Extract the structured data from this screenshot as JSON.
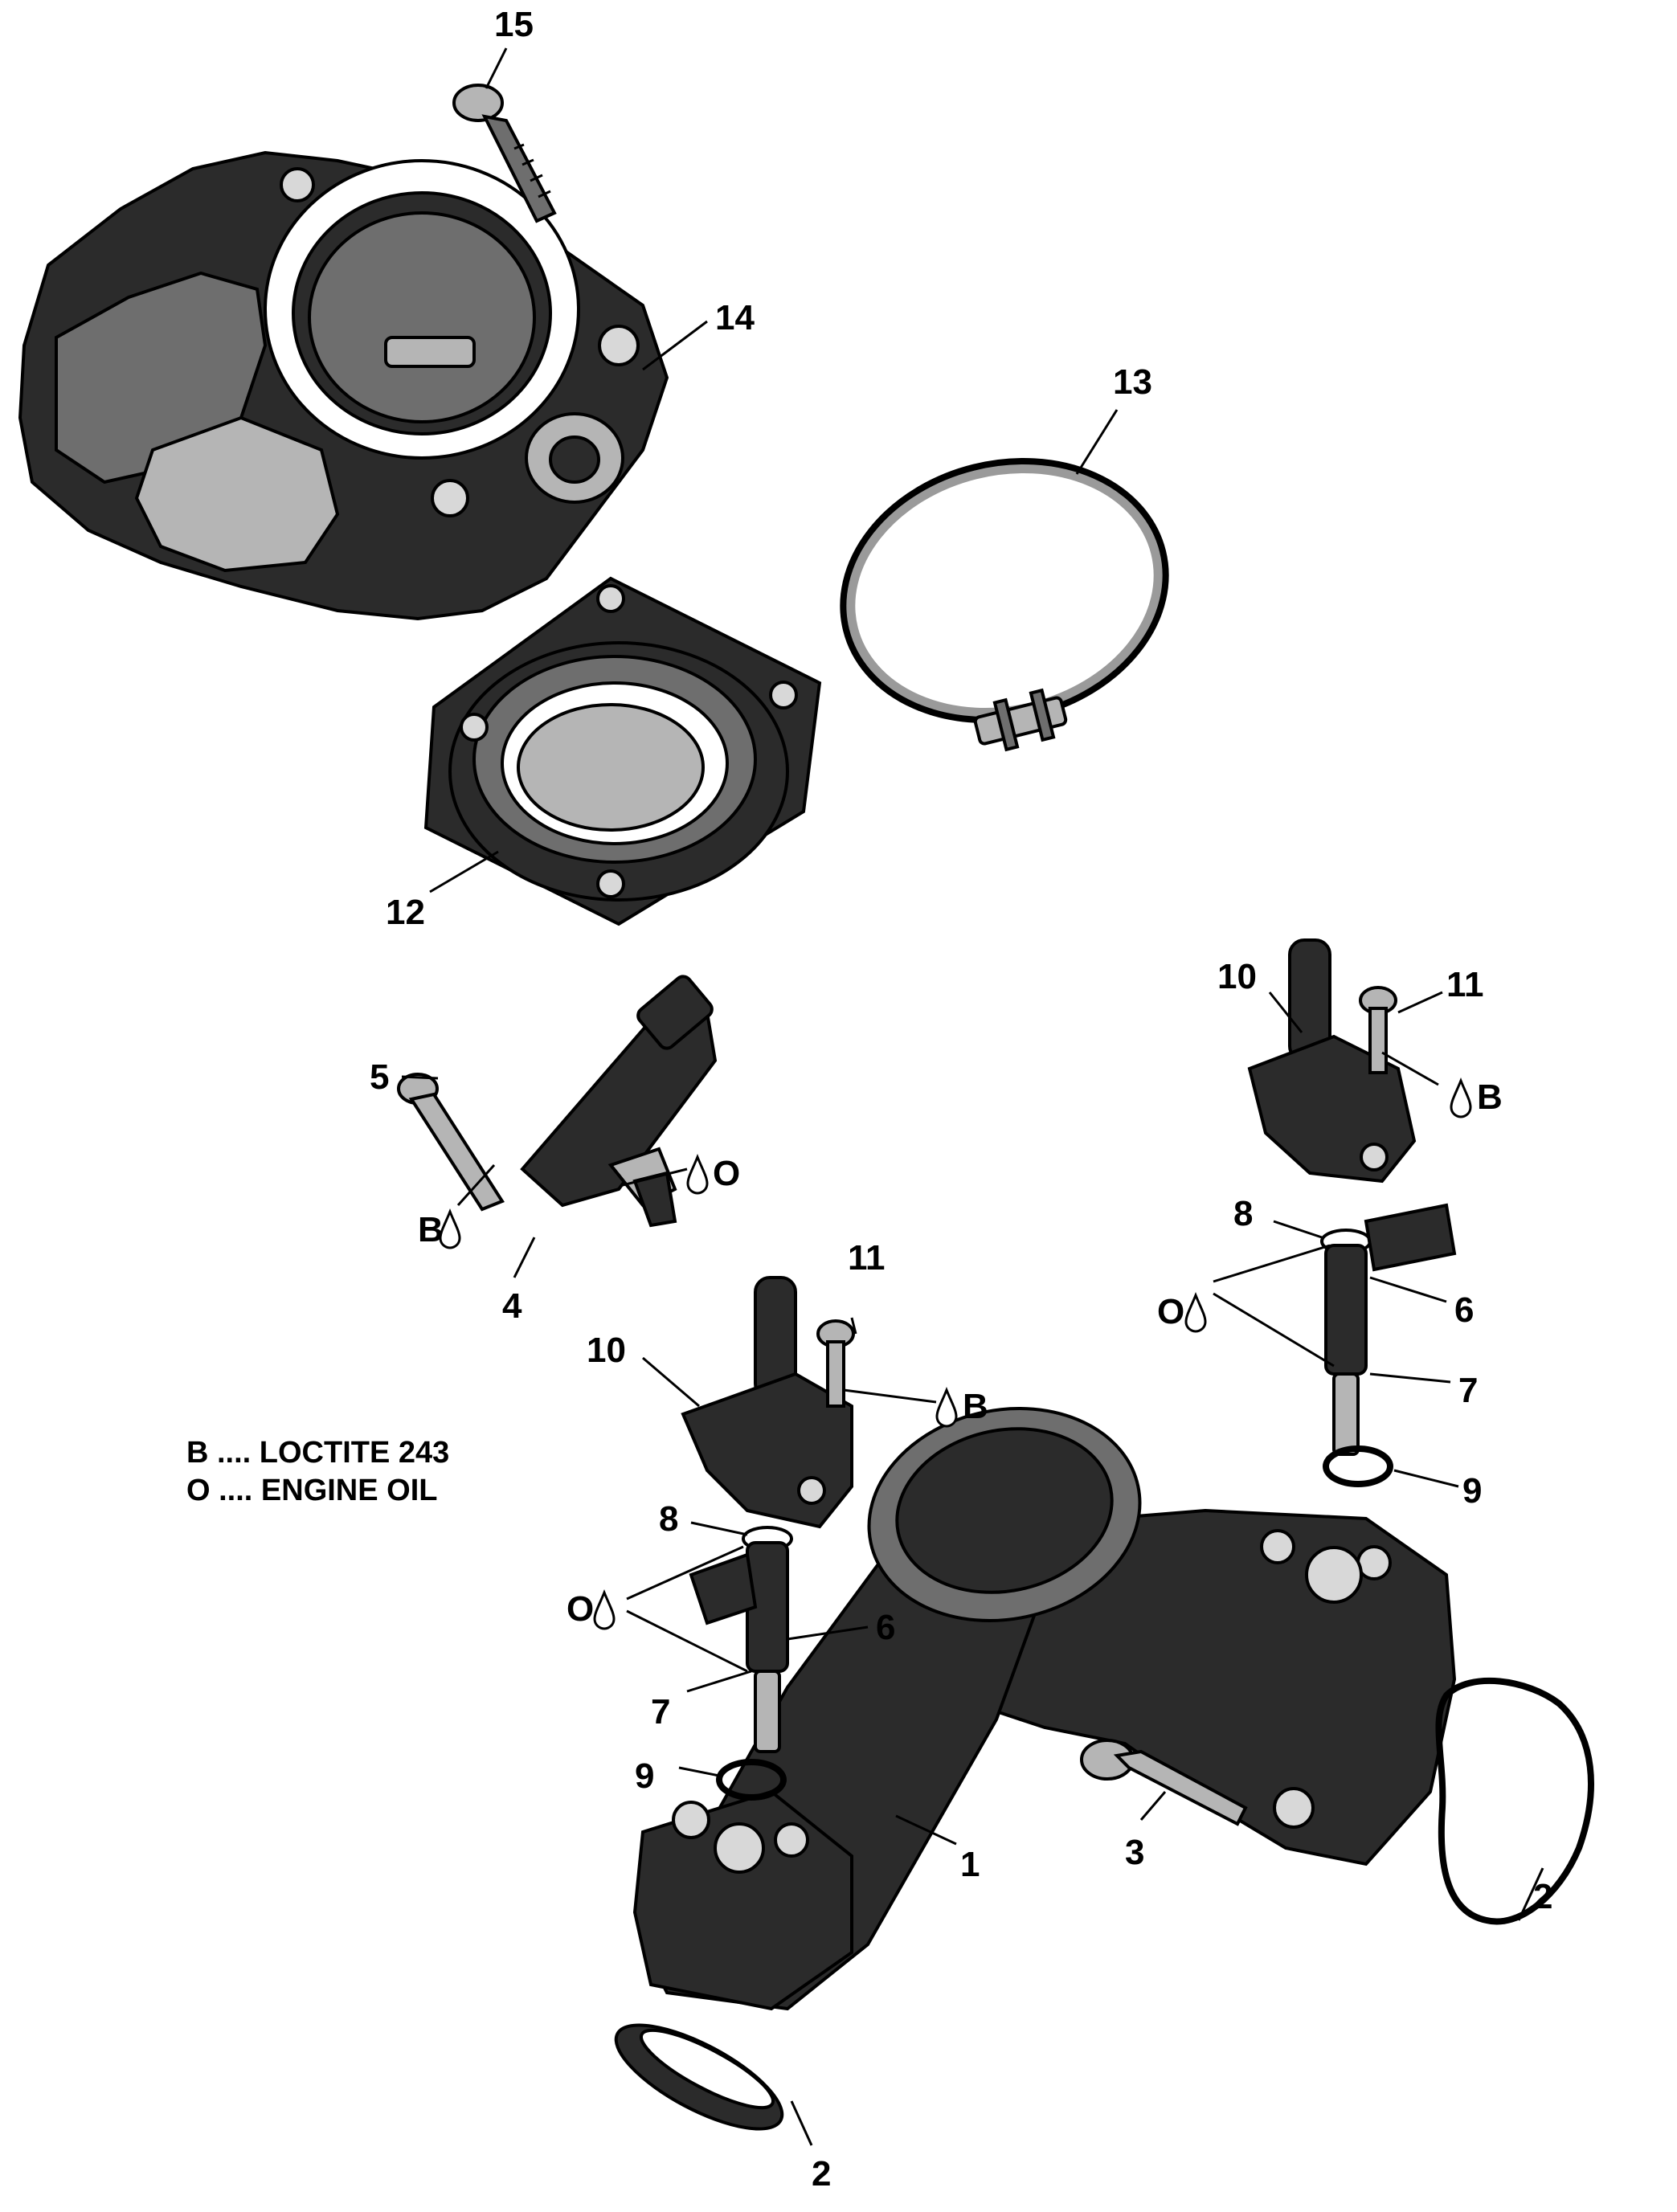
{
  "callouts": {
    "c1": "1",
    "c2a": "2",
    "c2b": "2",
    "c3": "3",
    "c4": "4",
    "c5": "5",
    "c6a": "6",
    "c6b": "6",
    "c7a": "7",
    "c7b": "7",
    "c8a": "8",
    "c8b": "8",
    "c9a": "9",
    "c9b": "9",
    "c10a": "10",
    "c10b": "10",
    "c11a": "11",
    "c11b": "11",
    "c12": "12",
    "c13": "13",
    "c14": "14",
    "c15": "15"
  },
  "applications": {
    "b_top_right": "B",
    "b_left": "B",
    "b_middle": "B",
    "o_sensor": "O",
    "o_right": "O",
    "o_left": "O"
  },
  "legend": {
    "line_b": "B .... LOCTITE 243",
    "line_o": "O .... ENGINE OIL"
  }
}
